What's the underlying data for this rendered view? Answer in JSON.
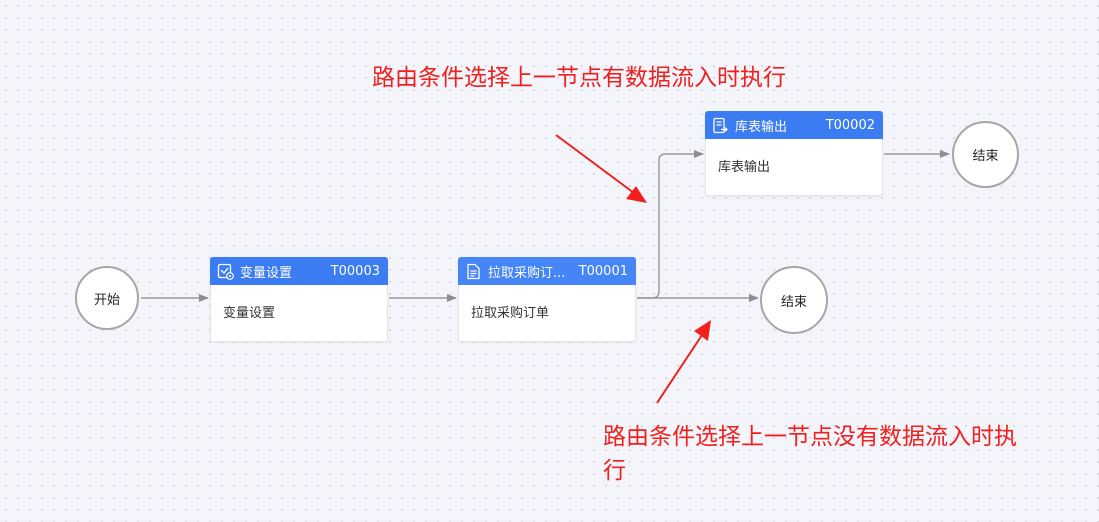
{
  "nodes": {
    "start": {
      "label": "开始"
    },
    "variable_setting": {
      "title": "变量设置",
      "code": "T00003",
      "body": "变量设置"
    },
    "pull_purchase": {
      "title": "拉取采购订...",
      "code": "T00001",
      "body": "拉取采购订单"
    },
    "table_output": {
      "title": "库表输出",
      "code": "T00002",
      "body": "库表输出"
    },
    "end_top": {
      "label": "结束"
    },
    "end_bottom": {
      "label": "结束"
    }
  },
  "annotations": {
    "top": "路由条件选择上一节点有数据流入时执行",
    "bottom_line1": "路由条件选择上一节点没有数据流入时执",
    "bottom_line2": "行"
  },
  "colors": {
    "header": "#3b7cf2",
    "annotation": "#f21f1f",
    "edge": "#9a9a9a"
  }
}
